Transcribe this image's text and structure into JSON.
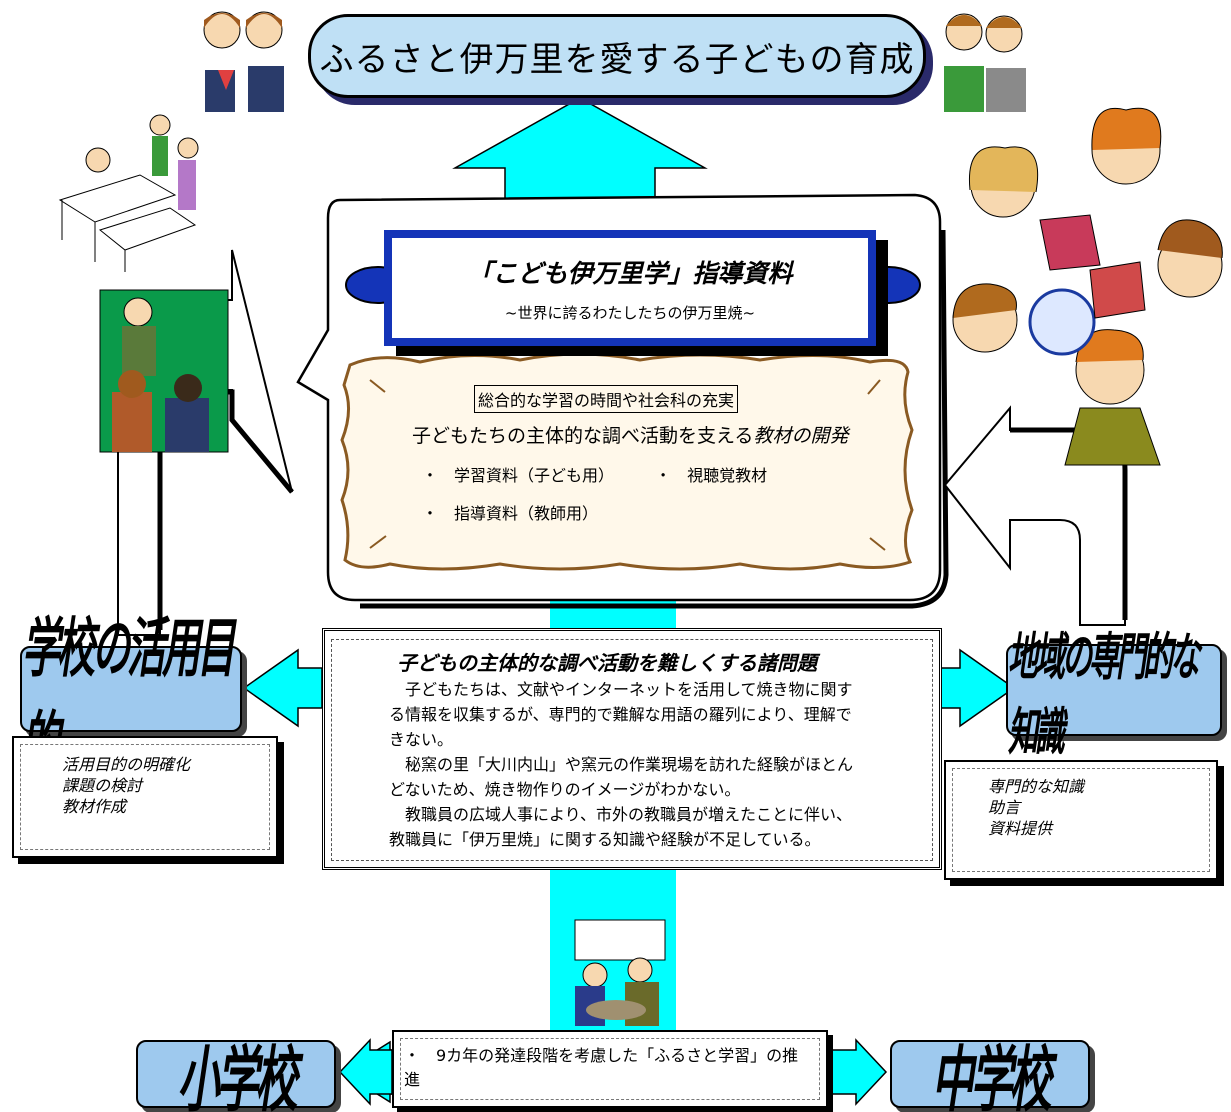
{
  "goal": "ふるさと伊万里を愛する子どもの育成",
  "banner": {
    "title": "「こども伊万里学」指導資料",
    "subtitle": "~世界に誇るわたしたちの伊万里焼~"
  },
  "materials": {
    "heading": "総合的な学習の時間や社会科の充実",
    "line_prefix": "子どもたちの主体的な調べ活動を支える",
    "line_emphasis": "教材の開発",
    "bullets": [
      "・　学習資料（子ども用）",
      "・　視聴覚教材",
      "・　指導資料（教師用）"
    ]
  },
  "issues": {
    "title": "子どもの主体的な調べ活動を難しくする諸問題",
    "lines": [
      "　子どもたちは、文献やインターネットを活用して焼き物に関す",
      "る情報を収集するが、専門的で難解な用語の羅列により、理解で",
      "きない。",
      "　秘窯の里「大川内山」や窯元の作業現場を訪れた経験がほとん",
      "どないため、焼き物作りのイメージがわかない。",
      "　教職員の広域人事により、市外の教職員が増えたことに伴い、",
      "教職員に「伊万里焼」に関する知識や経験が不足している。"
    ]
  },
  "left_label": "学校の活用目的",
  "left_items": [
    "活用目的の明確化",
    "課題の検討",
    "教材作成"
  ],
  "right_label": "地域の専門的な知識",
  "right_items": [
    "専門的な知識",
    "助言",
    "資料提供"
  ],
  "bottom_left_label": "小学校",
  "bottom_right_label": "中学校",
  "bottom_note": "・　9カ年の発達段階を考慮した「ふるさと学習」の推進",
  "colors": {
    "arrow_cyan": "#00ffff",
    "label_blue": "#9ec9ee",
    "banner_blue": "#1434b8",
    "goal_fill": "#bfe0f5",
    "parchment_brown": "#8a5a22",
    "parchment_fill": "#fff8ea"
  }
}
